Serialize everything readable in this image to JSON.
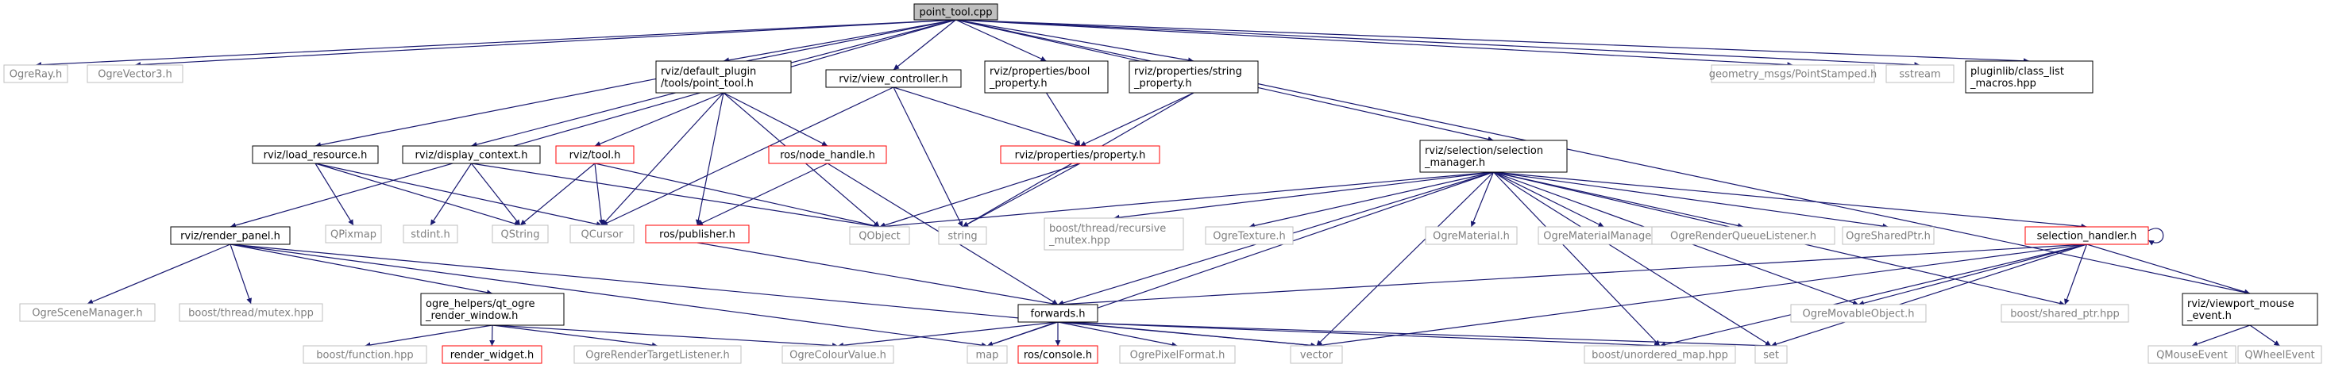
{
  "graph": {
    "colors": {
      "edge": "#191970",
      "node_border": "#000000",
      "node_border_external": "#bfbfbf",
      "node_border_incomplete": "#ff0000",
      "root_fill": "#bfbfbf",
      "text": "#000000",
      "text_external": "#7f7f7f"
    },
    "nodes": [
      {
        "id": "root",
        "lines": [
          "point_tool.cpp"
        ],
        "kind": "root"
      },
      {
        "id": "ogreray",
        "lines": [
          "OgreRay.h"
        ],
        "kind": "external"
      },
      {
        "id": "ogrevector3",
        "lines": [
          "OgreVector3.h"
        ],
        "kind": "external"
      },
      {
        "id": "point_tool_h",
        "lines": [
          "rviz/default_plugin",
          "/tools/point_tool.h"
        ],
        "kind": "normal"
      },
      {
        "id": "view_controller",
        "lines": [
          "rviz/view_controller.h"
        ],
        "kind": "normal"
      },
      {
        "id": "bool_property",
        "lines": [
          "rviz/properties/bool",
          "_property.h"
        ],
        "kind": "normal"
      },
      {
        "id": "string_property",
        "lines": [
          "rviz/properties/string",
          "_property.h"
        ],
        "kind": "normal"
      },
      {
        "id": "pointstamped",
        "lines": [
          "geometry_msgs/PointStamped.h"
        ],
        "kind": "external"
      },
      {
        "id": "sstream",
        "lines": [
          "sstream"
        ],
        "kind": "external"
      },
      {
        "id": "class_list_macros",
        "lines": [
          "pluginlib/class_list",
          "_macros.hpp"
        ],
        "kind": "normal"
      },
      {
        "id": "load_resource",
        "lines": [
          "rviz/load_resource.h"
        ],
        "kind": "normal"
      },
      {
        "id": "display_context",
        "lines": [
          "rviz/display_context.h"
        ],
        "kind": "normal"
      },
      {
        "id": "tool_h",
        "lines": [
          "rviz/tool.h"
        ],
        "kind": "incomplete"
      },
      {
        "id": "node_handle",
        "lines": [
          "ros/node_handle.h"
        ],
        "kind": "incomplete"
      },
      {
        "id": "property_h",
        "lines": [
          "rviz/properties/property.h"
        ],
        "kind": "incomplete"
      },
      {
        "id": "selection_manager",
        "lines": [
          "rviz/selection/selection",
          "_manager.h"
        ],
        "kind": "normal"
      },
      {
        "id": "qpixmap",
        "lines": [
          "QPixmap"
        ],
        "kind": "external"
      },
      {
        "id": "stdint",
        "lines": [
          "stdint.h"
        ],
        "kind": "external"
      },
      {
        "id": "qstring",
        "lines": [
          "QString"
        ],
        "kind": "external"
      },
      {
        "id": "qcursor",
        "lines": [
          "QCursor"
        ],
        "kind": "external"
      },
      {
        "id": "publisher",
        "lines": [
          "ros/publisher.h"
        ],
        "kind": "incomplete"
      },
      {
        "id": "qobject",
        "lines": [
          "QObject"
        ],
        "kind": "external"
      },
      {
        "id": "string",
        "lines": [
          "string"
        ],
        "kind": "external"
      },
      {
        "id": "recursive_mutex",
        "lines": [
          "boost/thread/recursive",
          "_mutex.hpp"
        ],
        "kind": "external"
      },
      {
        "id": "ogretexture",
        "lines": [
          "OgreTexture.h"
        ],
        "kind": "external"
      },
      {
        "id": "ogrematerial",
        "lines": [
          "OgreMaterial.h"
        ],
        "kind": "external"
      },
      {
        "id": "ogrematerialmanager",
        "lines": [
          "OgreMaterialManager.h"
        ],
        "kind": "external"
      },
      {
        "id": "ogrerenderqueuelistener",
        "lines": [
          "OgreRenderQueueListener.h"
        ],
        "kind": "external"
      },
      {
        "id": "ogresharedptr",
        "lines": [
          "OgreSharedPtr.h"
        ],
        "kind": "external"
      },
      {
        "id": "selection_handler",
        "lines": [
          "selection_handler.h"
        ],
        "kind": "incomplete"
      },
      {
        "id": "render_panel",
        "lines": [
          "rviz/render_panel.h"
        ],
        "kind": "normal"
      },
      {
        "id": "ogrescenemanager",
        "lines": [
          "OgreSceneManager.h"
        ],
        "kind": "external"
      },
      {
        "id": "boost_mutex",
        "lines": [
          "boost/thread/mutex.hpp"
        ],
        "kind": "external"
      },
      {
        "id": "qt_ogre_render_window",
        "lines": [
          "ogre_helpers/qt_ogre",
          "_render_window.h"
        ],
        "kind": "normal"
      },
      {
        "id": "forwards",
        "lines": [
          "forwards.h"
        ],
        "kind": "normal"
      },
      {
        "id": "ogremovableobject",
        "lines": [
          "OgreMovableObject.h"
        ],
        "kind": "external"
      },
      {
        "id": "boost_shared_ptr",
        "lines": [
          "boost/shared_ptr.hpp"
        ],
        "kind": "external"
      },
      {
        "id": "viewport_mouse_event",
        "lines": [
          "rviz/viewport_mouse",
          "_event.h"
        ],
        "kind": "normal"
      },
      {
        "id": "boost_function",
        "lines": [
          "boost/function.hpp"
        ],
        "kind": "external"
      },
      {
        "id": "render_widget",
        "lines": [
          "render_widget.h"
        ],
        "kind": "incomplete"
      },
      {
        "id": "ogrerendertargetlistener",
        "lines": [
          "OgreRenderTargetListener.h"
        ],
        "kind": "external"
      },
      {
        "id": "ogrecolourvalue",
        "lines": [
          "OgreColourValue.h"
        ],
        "kind": "external"
      },
      {
        "id": "map",
        "lines": [
          "map"
        ],
        "kind": "external"
      },
      {
        "id": "ros_console",
        "lines": [
          "ros/console.h"
        ],
        "kind": "incomplete"
      },
      {
        "id": "ogrepixelformat",
        "lines": [
          "OgrePixelFormat.h"
        ],
        "kind": "external"
      },
      {
        "id": "vector",
        "lines": [
          "vector"
        ],
        "kind": "external"
      },
      {
        "id": "boost_unordered_map",
        "lines": [
          "boost/unordered_map.hpp"
        ],
        "kind": "external"
      },
      {
        "id": "set",
        "lines": [
          "set"
        ],
        "kind": "external"
      },
      {
        "id": "qmouseevent",
        "lines": [
          "QMouseEvent"
        ],
        "kind": "external"
      },
      {
        "id": "qwheelevent",
        "lines": [
          "QWheelEvent"
        ],
        "kind": "external"
      }
    ],
    "edges": [
      [
        "root",
        "ogreray"
      ],
      [
        "root",
        "ogrevector3"
      ],
      [
        "root",
        "point_tool_h"
      ],
      [
        "root",
        "view_controller"
      ],
      [
        "root",
        "bool_property"
      ],
      [
        "root",
        "string_property"
      ],
      [
        "root",
        "pointstamped"
      ],
      [
        "root",
        "sstream"
      ],
      [
        "root",
        "class_list_macros"
      ],
      [
        "root",
        "load_resource"
      ],
      [
        "root",
        "display_context"
      ],
      [
        "root",
        "render_panel"
      ],
      [
        "root",
        "selection_manager"
      ],
      [
        "root",
        "viewport_mouse_event"
      ],
      [
        "point_tool_h",
        "tool_h"
      ],
      [
        "point_tool_h",
        "node_handle"
      ],
      [
        "point_tool_h",
        "publisher"
      ],
      [
        "point_tool_h",
        "qobject"
      ],
      [
        "point_tool_h",
        "qcursor"
      ],
      [
        "view_controller",
        "property_h"
      ],
      [
        "view_controller",
        "qcursor"
      ],
      [
        "view_controller",
        "string"
      ],
      [
        "bool_property",
        "property_h"
      ],
      [
        "string_property",
        "property_h"
      ],
      [
        "string_property",
        "string"
      ],
      [
        "property_h",
        "qobject"
      ],
      [
        "property_h",
        "string"
      ],
      [
        "load_resource",
        "qpixmap"
      ],
      [
        "load_resource",
        "qstring"
      ],
      [
        "load_resource",
        "qcursor"
      ],
      [
        "display_context",
        "stdint"
      ],
      [
        "display_context",
        "qstring"
      ],
      [
        "display_context",
        "qobject"
      ],
      [
        "tool_h",
        "qstring"
      ],
      [
        "tool_h",
        "qcursor"
      ],
      [
        "tool_h",
        "qobject"
      ],
      [
        "node_handle",
        "publisher"
      ],
      [
        "node_handle",
        "forwards"
      ],
      [
        "publisher",
        "forwards"
      ],
      [
        "selection_manager",
        "qobject"
      ],
      [
        "selection_manager",
        "recursive_mutex"
      ],
      [
        "selection_manager",
        "ogretexture"
      ],
      [
        "selection_manager",
        "ogrematerial"
      ],
      [
        "selection_manager",
        "ogrematerialmanager"
      ],
      [
        "selection_manager",
        "ogrerenderqueuelistener"
      ],
      [
        "selection_manager",
        "ogresharedptr"
      ],
      [
        "selection_manager",
        "selection_handler"
      ],
      [
        "selection_manager",
        "forwards"
      ],
      [
        "selection_manager",
        "vector"
      ],
      [
        "selection_manager",
        "map"
      ],
      [
        "selection_manager",
        "ogremovableobject"
      ],
      [
        "selection_manager",
        "boost_shared_ptr"
      ],
      [
        "selection_manager",
        "set"
      ],
      [
        "selection_manager",
        "boost_unordered_map"
      ],
      [
        "selection_handler",
        "forwards"
      ],
      [
        "selection_handler",
        "ogremovableobject"
      ],
      [
        "selection_handler",
        "boost_shared_ptr"
      ],
      [
        "selection_handler",
        "viewport_mouse_event"
      ],
      [
        "selection_handler",
        "vector"
      ],
      [
        "selection_handler",
        "set"
      ],
      [
        "selection_handler",
        "boost_unordered_map"
      ],
      [
        "selection_handler",
        "selection_handler"
      ],
      [
        "render_panel",
        "ogrescenemanager"
      ],
      [
        "render_panel",
        "boost_mutex"
      ],
      [
        "render_panel",
        "qt_ogre_render_window"
      ],
      [
        "render_panel",
        "map"
      ],
      [
        "render_panel",
        "vector"
      ],
      [
        "qt_ogre_render_window",
        "boost_function"
      ],
      [
        "qt_ogre_render_window",
        "render_widget"
      ],
      [
        "qt_ogre_render_window",
        "ogrerendertargetlistener"
      ],
      [
        "qt_ogre_render_window",
        "ogrecolourvalue"
      ],
      [
        "forwards",
        "ogrecolourvalue"
      ],
      [
        "forwards",
        "map"
      ],
      [
        "forwards",
        "ros_console"
      ],
      [
        "forwards",
        "ogrepixelformat"
      ],
      [
        "forwards",
        "vector"
      ],
      [
        "forwards",
        "set"
      ],
      [
        "forwards",
        "boost_unordered_map"
      ],
      [
        "viewport_mouse_event",
        "qmouseevent"
      ],
      [
        "viewport_mouse_event",
        "qwheelevent"
      ]
    ]
  }
}
